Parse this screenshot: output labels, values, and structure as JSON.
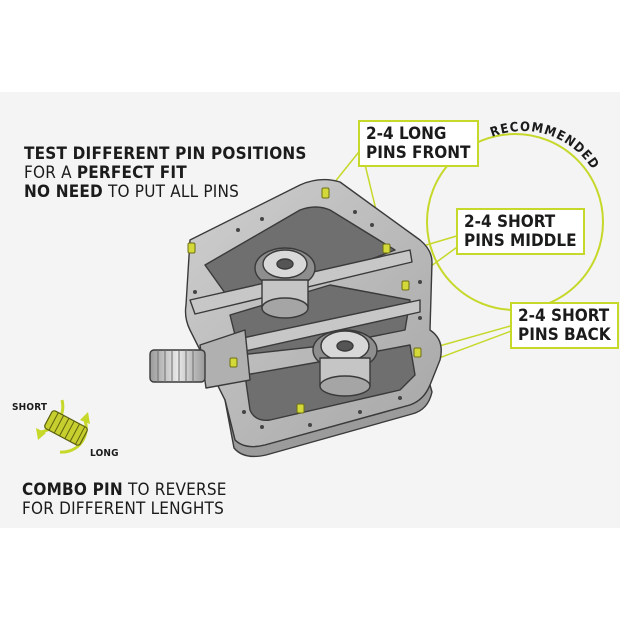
{
  "intro": {
    "line1": "TEST DIFFERENT PIN POSITIONS",
    "line2_prefix": "FOR A ",
    "line2_emph": "PERFECT FIT",
    "line3_emph": "NO NEED",
    "line3_rest": " TO PUT ALL PINS"
  },
  "callouts": {
    "front": {
      "line1": "2-4  LONG",
      "line2": "PINS FRONT"
    },
    "middle": {
      "line1": "2-4 SHORT",
      "line2": "PINS MIDDLE"
    },
    "back": {
      "line1": "2-4 SHORT",
      "line2": "PINS BACK"
    }
  },
  "recommended_label": "RECOMMENDED",
  "combo": {
    "short_label": "SHORT",
    "long_label": "LONG",
    "title_emph": "COMBO PIN",
    "title_rest": " TO REVERSE",
    "subtitle": "FOR DIFFERENT LENGHTS"
  },
  "colors": {
    "accent": "#c6d82a",
    "pin": "#d4d93a",
    "metal": "#b9b9b9",
    "outline": "#3a3a3a"
  }
}
